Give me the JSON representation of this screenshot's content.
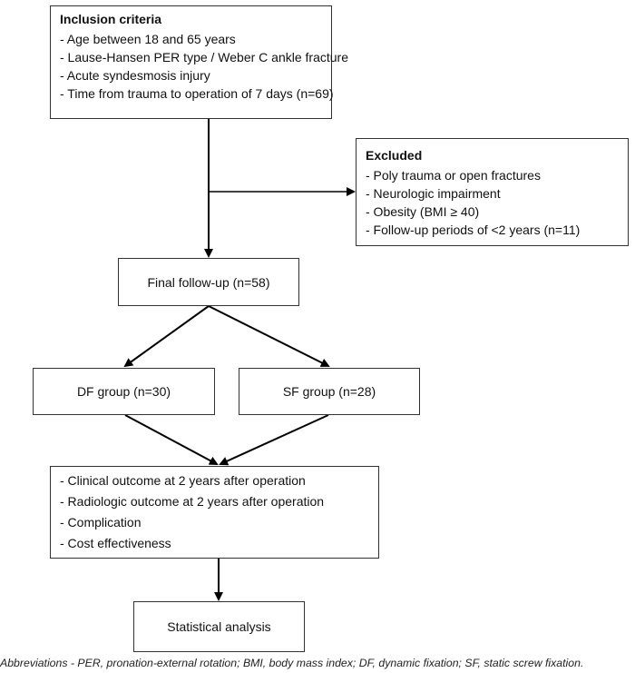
{
  "inclusion": {
    "title": "Inclusion criteria",
    "items": [
      "- Age between 18 and 65 years",
      "- Lause-Hansen PER type / Weber C ankle fracture",
      "- Acute syndesmosis injury",
      "- Time from trauma to operation of 7 days (n=69)"
    ]
  },
  "excluded": {
    "title": "Excluded",
    "items": [
      "- Poly trauma or open fractures",
      "- Neurologic impairment",
      "- Obesity (BMI ≥ 40)",
      "- Follow-up periods of <2 years (n=11)"
    ]
  },
  "final_followup": "Final follow-up (n=58)",
  "df_group": "DF group (n=30)",
  "sf_group": "SF group (n=28)",
  "outcomes": {
    "items": [
      "- Clinical outcome at 2 years after operation",
      "- Radiologic outcome at 2 years after operation",
      "- Complication",
      "- Cost effectiveness"
    ]
  },
  "statistical_analysis": "Statistical analysis",
  "footnote": "Abbreviations - PER, pronation-external rotation; BMI, body mass index; DF, dynamic fixation; SF, static screw fixation."
}
